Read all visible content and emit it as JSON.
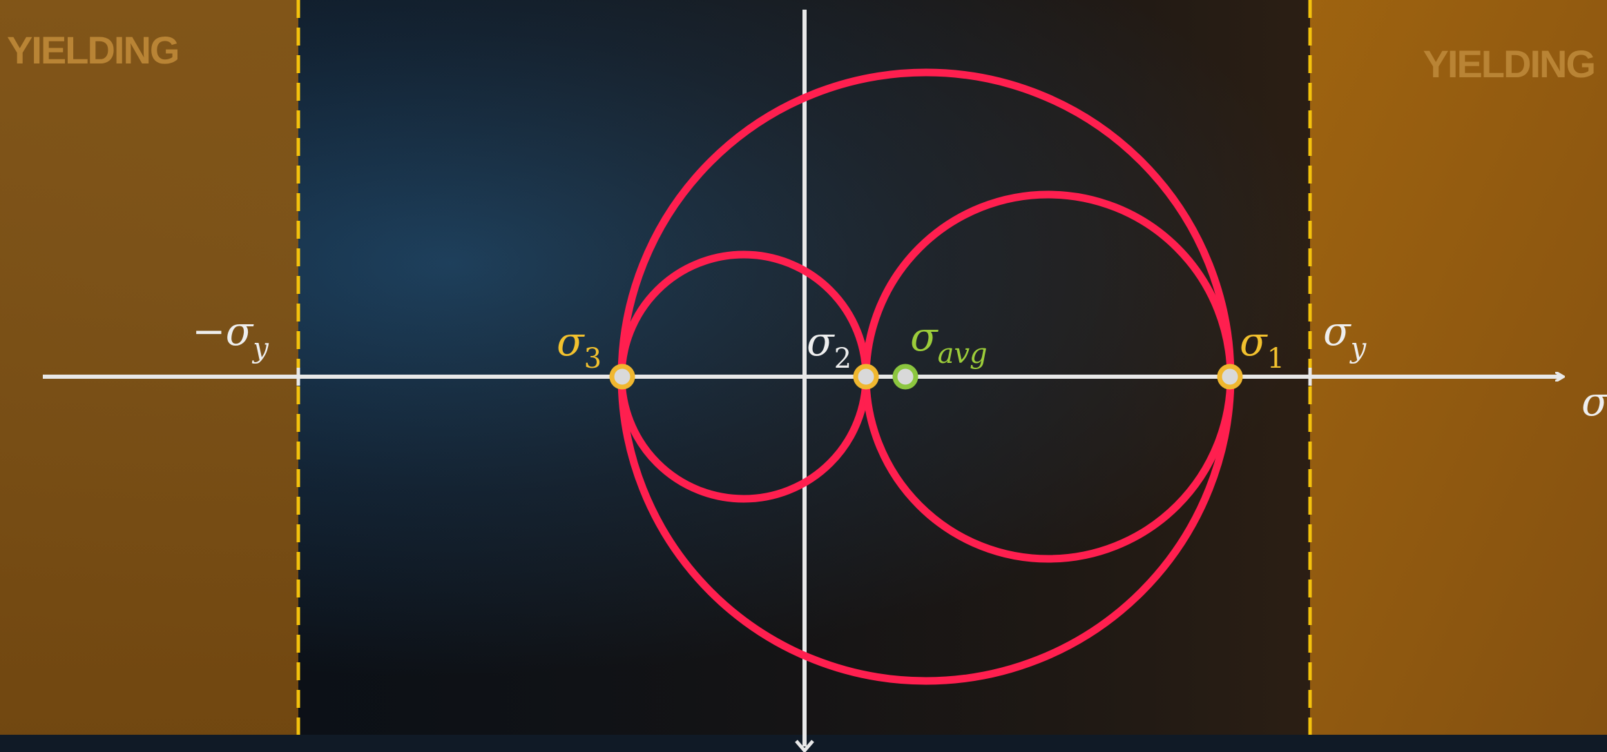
{
  "zones": {
    "left_label": "YIELDING",
    "right_label": "YIELDING"
  },
  "labels": {
    "neg_sigma_y": {
      "symbol": "−σ",
      "sub": "y"
    },
    "sigma_y": {
      "symbol": "σ",
      "sub": "y"
    },
    "sigma_3": {
      "symbol": "σ",
      "sub": "3"
    },
    "sigma_2": {
      "symbol": "σ",
      "sub": "2"
    },
    "sigma_1": {
      "symbol": "σ",
      "sub": "1"
    },
    "sigma_avg": {
      "symbol": "σ",
      "sub": "avg"
    },
    "axis_sigma": "σ"
  },
  "colors": {
    "background": "#0d1117",
    "blue_tint": "#1b3e5c",
    "yield_zone": "#8a5a12",
    "yield_text": "#b98435",
    "dashed_line": "#f4c20d",
    "circle": "#ff1f4f",
    "axis": "#e8e8e8",
    "principal_point": "#f0b72f",
    "avg_point": "#8cc63f",
    "label_yellow": "#f2c12e",
    "label_green": "#9ccc3a",
    "label_white": "#eeeeee"
  }
}
